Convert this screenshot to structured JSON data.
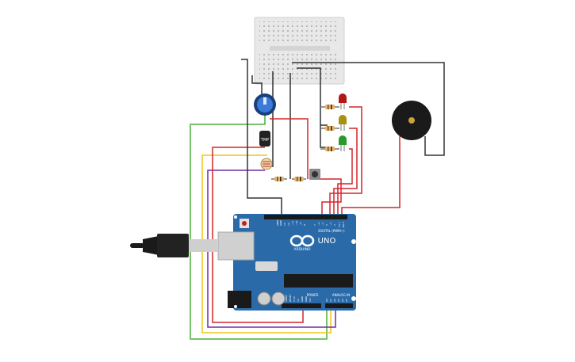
{
  "board": {
    "logo_text": "UNO",
    "brand_text": "ARDUINO",
    "digital_label": "DIGITAL (PWM~)",
    "power_label": "POWER",
    "analog_label": "ANALOG IN",
    "aref_label": "AREF",
    "gnd_label": "GND",
    "pin13_label": "13",
    "pin12_label": "12",
    "pin11_label": "~11",
    "pin10_label": "~10",
    "pin9_label": "~9",
    "pin8_label": "8",
    "pin7_label": "7",
    "pin6_label": "~6",
    "pin5_label": "~5",
    "pin4_label": "4",
    "pin3_label": "~3",
    "pin2_label": "2",
    "pin1_label": "TX 1",
    "pin0_label": "RX 0",
    "ioref_label": "IOREF",
    "reset_label": "RESET",
    "v33_label": "3.3V",
    "v5_label": "5V",
    "gnd1_label": "GND",
    "gnd2_label": "GND",
    "vin_label": "Vin",
    "a0_label": "A0",
    "a1_label": "A1",
    "a2_label": "A2",
    "a3_label": "A3",
    "a4_label": "A4",
    "a5_label": "A5"
  },
  "sensor": {
    "label": "TMP"
  },
  "colors": {
    "board": "#2a6aa8",
    "wire_red": "#d3262c",
    "wire_black": "#333333",
    "wire_green": "#4caf3c",
    "wire_yellow": "#f0c419",
    "wire_purple": "#6b2fa0",
    "led_red": "#b01818",
    "led_yellow": "#a89010",
    "led_green": "#2a9a2a"
  }
}
